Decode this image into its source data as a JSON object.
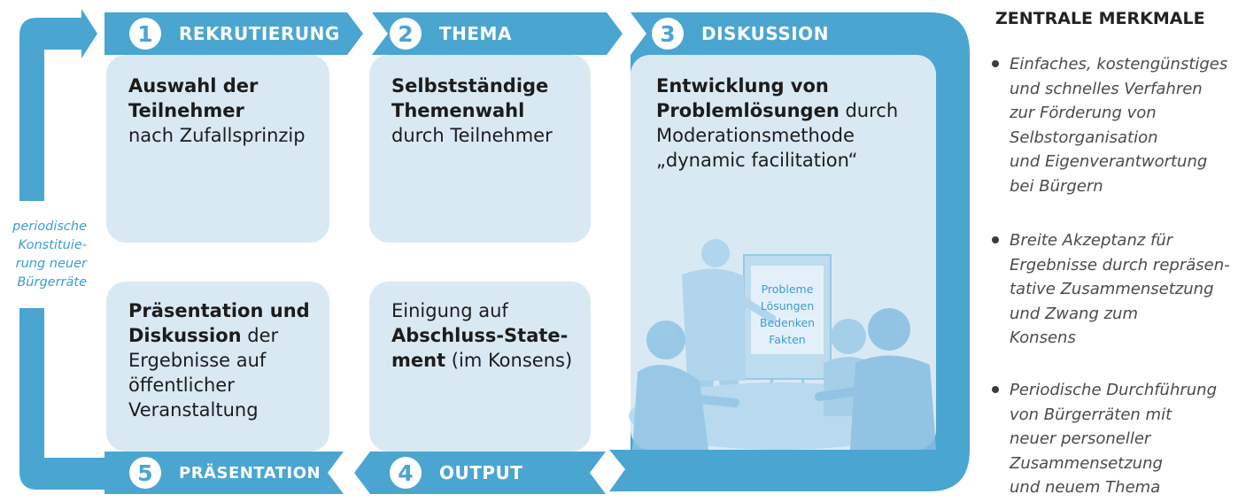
{
  "colors": {
    "accent": "#4aa5d1",
    "box_fill": "#d9e9f4",
    "text": "#1c1c1c",
    "side_label": "#3a9fd0"
  },
  "steps": [
    {
      "number": "1",
      "label": "REKRUTIERUNG"
    },
    {
      "number": "2",
      "label": "THEMA"
    },
    {
      "number": "3",
      "label": "DISKUSSION"
    },
    {
      "number": "4",
      "label": "OUTPUT"
    },
    {
      "number": "5",
      "label": "PRÄSENTATION"
    }
  ],
  "boxes": {
    "rekrutierung": {
      "bold1": "Auswahl der",
      "bold2": "Teilnehmer",
      "line3": "nach Zufallsprinzip"
    },
    "thema": {
      "bold1": "Selbstständige",
      "bold2": "Themenwahl",
      "line3": "durch Teilnehmer"
    },
    "diskussion": {
      "bold1": "Entwicklung von",
      "bold2": "Problemlösungen",
      "rest2": " durch",
      "line3": "Moderationsmethode",
      "line4": "„dynamic facilitation“"
    },
    "output": {
      "line1": "Einigung auf",
      "bold2": "Abschluss-State-",
      "bold3": "ment",
      "rest3": "  (im Konsens)"
    },
    "praesentation": {
      "bold1": "Präsentation und",
      "bold2": "Diskussion",
      "rest2": " der",
      "line3": "Ergebnisse auf",
      "line4": "öffentlicher",
      "line5": "Veranstaltung"
    }
  },
  "flipchart": {
    "items": [
      "Probleme",
      "Lösungen",
      "Bedenken",
      "Fakten"
    ]
  },
  "side_label": {
    "lines": [
      "periodische",
      "Konstituie-",
      "rung neuer",
      "Bürgerräte"
    ]
  },
  "panel": {
    "title": "ZENTRALE MERKMALE",
    "features": [
      {
        "lines": [
          "Einfaches, kostengünstiges",
          "und schnelles Verfahren",
          "zur Förderung von",
          "Selbstorganisation",
          "und Eigenverantwortung",
          "bei Bürgern"
        ]
      },
      {
        "lines": [
          "Breite Akzeptanz für",
          "Ergebnisse durch repräsen-",
          "tative Zusammensetzung",
          "und Zwang zum",
          "Konsens"
        ]
      },
      {
        "lines": [
          "Periodische Durchführung",
          "von Bürgerräten mit",
          "neuer personeller",
          "Zusammensetzung",
          "und neuem Thema"
        ]
      }
    ]
  }
}
